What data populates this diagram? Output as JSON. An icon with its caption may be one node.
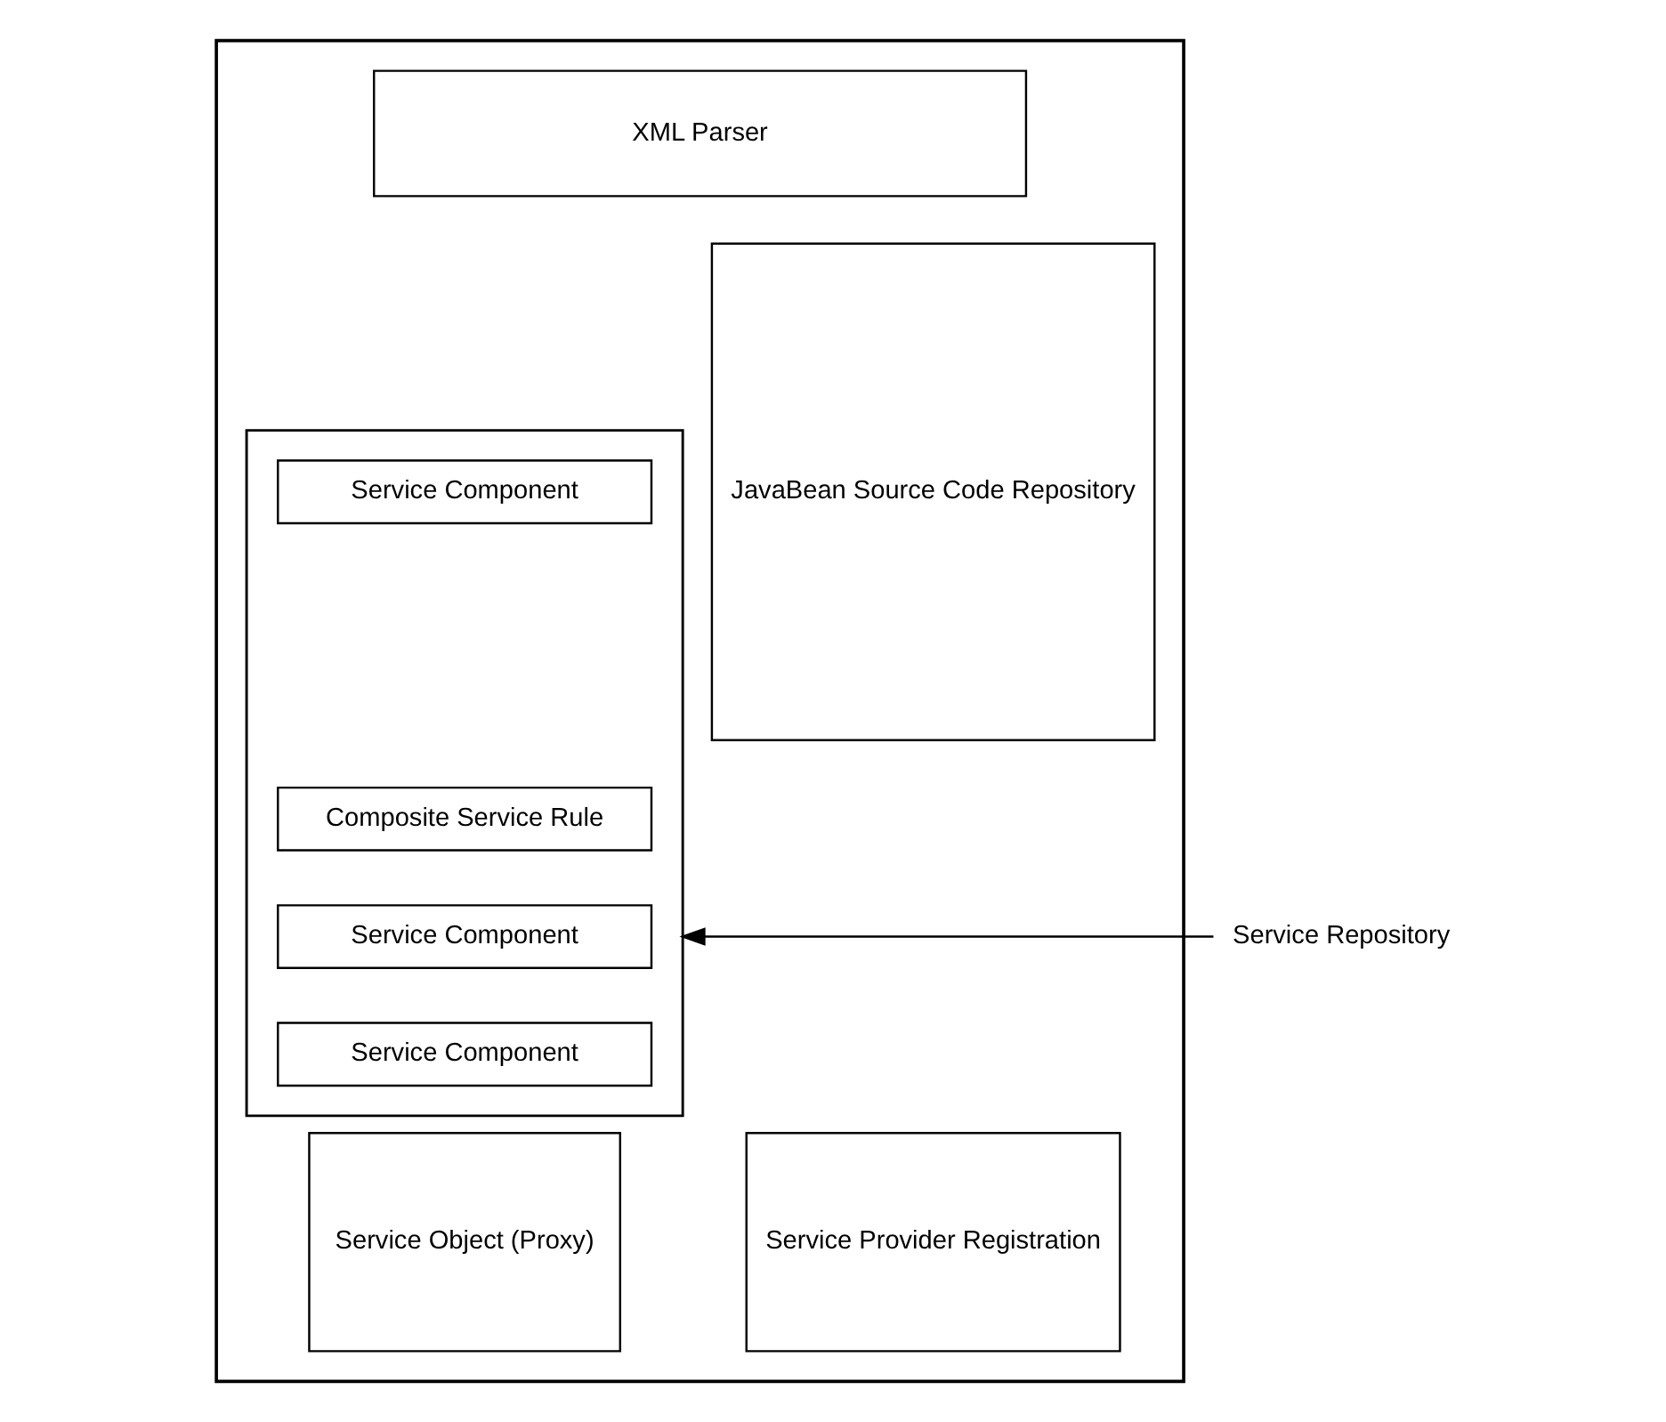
{
  "diagram": {
    "nodes": [
      {
        "text": [],
        "shape": "box"
      },
      {
        "text": [
          "XML Parser"
        ],
        "in": 0
      },
      {
        "text": [],
        "shape": "box",
        "in": 0
      },
      {
        "text": [
          "Service Component"
        ],
        "in": 2
      },
      {
        "text": [
          "Composite Service Rule"
        ],
        "in": 2
      },
      {
        "text": [
          "Service Component"
        ],
        "in": 2
      },
      {
        "text": [
          "Service Component"
        ],
        "in": 2
      },
      {
        "text": [
          "JavaBean Source Code Repository"
        ],
        "in": 0
      },
      {
        "text": [
          "Service Object (Proxy)"
        ],
        "in": 0
      },
      {
        "text": [
          "Service Provider Registration"
        ],
        "in": 0
      },
      {
        "text": [
          "Service Repository"
        ]
      }
    ],
    "edges": [
      {
        "from": 10,
        "to": 2,
        "arrow": "to"
      }
    ]
  }
}
